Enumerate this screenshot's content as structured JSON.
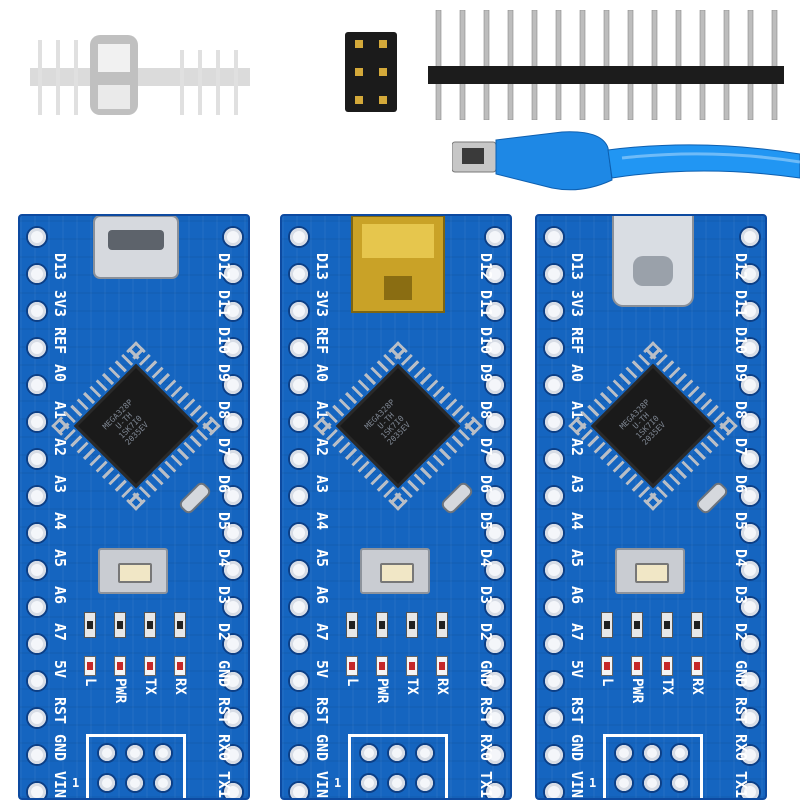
{
  "accessories": {
    "items": [
      "pin-header-strip-faded",
      "female-pin-block",
      "male-pin-header-15",
      "mini-usb-cable-blue"
    ]
  },
  "boards": [
    {
      "connector": "micro-usb",
      "left_labels": [
        "D13",
        "3V3",
        "REF",
        "A0",
        "A1",
        "A2",
        "A3",
        "A4",
        "A5",
        "A6",
        "A7",
        "5V",
        "RST",
        "GND",
        "VIN"
      ],
      "right_labels": [
        "D12",
        "D11",
        "D10",
        "D9",
        "D8",
        "D7",
        "D6",
        "D5",
        "D4",
        "D3",
        "D2",
        "GND",
        "RST",
        "RX0",
        "TX1"
      ],
      "led_labels": [
        "L",
        "PWR",
        "TX",
        "RX"
      ],
      "chip_text": "MEGA328P\nU-TH\n1SK7I0\n2035EV",
      "icsp_marker": "1"
    },
    {
      "connector": "mini-usb",
      "left_labels": [
        "D13",
        "3V3",
        "REF",
        "A0",
        "A1",
        "A2",
        "A3",
        "A4",
        "A5",
        "A6",
        "A7",
        "5V",
        "RST",
        "GND",
        "VIN"
      ],
      "right_labels": [
        "D12",
        "D11",
        "D10",
        "D9",
        "D8",
        "D7",
        "D6",
        "D5",
        "D4",
        "D3",
        "D2",
        "GND",
        "RST",
        "RX0",
        "TX1"
      ],
      "led_labels": [
        "L",
        "PWR",
        "TX",
        "RX"
      ],
      "chip_text": "MEGA328P\nU-TH\n1SK7I0\n2035EV",
      "icsp_marker": "1"
    },
    {
      "connector": "usb-c",
      "left_labels": [
        "D13",
        "3V3",
        "REF",
        "A0",
        "A1",
        "A2",
        "A3",
        "A4",
        "A5",
        "A6",
        "A7",
        "5V",
        "RST",
        "GND",
        "VIN"
      ],
      "right_labels": [
        "D12",
        "D11",
        "D10",
        "D9",
        "D8",
        "D7",
        "D6",
        "D5",
        "D4",
        "D3",
        "D2",
        "GND",
        "RST",
        "RX0",
        "TX1"
      ],
      "led_labels": [
        "L",
        "PWR",
        "TX",
        "RX"
      ],
      "chip_text": "MEGA328P\nU-TH\n1SK7I0\n2035EV",
      "icsp_marker": "1"
    }
  ],
  "colors": {
    "pcb": "#1565c0",
    "silkscreen": "#ffffff",
    "chip": "#1a1a1a",
    "cable": "#1e88e5"
  }
}
